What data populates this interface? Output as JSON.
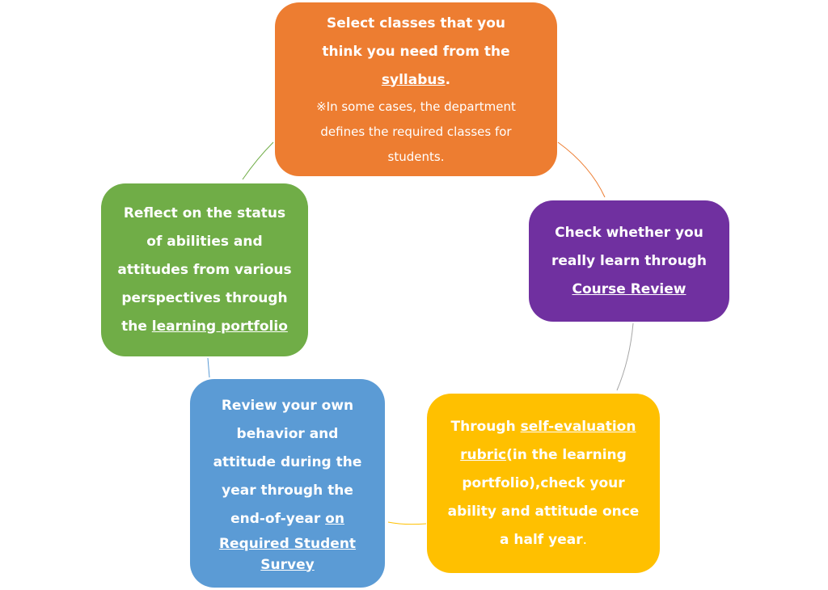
{
  "colors": {
    "orange": "#ED7D31",
    "purple": "#7030A0",
    "green": "#70AD47",
    "blue": "#5B9BD5",
    "yellow": "#FFC000",
    "connector_gray": "#A5A5A5"
  },
  "cycle": {
    "select": {
      "line1": "Select classes that you",
      "line2": "think you need from the",
      "link": "syllabus",
      "link_suffix": ".",
      "note1": "※In some cases, the department",
      "note2": "defines the required classes for",
      "note3": "students."
    },
    "check": {
      "line1": "Check whether you",
      "line2": "really learn through",
      "link": "Course Review"
    },
    "rubric": {
      "prefix": "Through ",
      "link_a": "self-evaluation",
      "link_b": "rubric",
      "rest1": "(in the learning",
      "line3": "portfolio),check your",
      "line4": "ability and attitude once",
      "line5": "a half year",
      "line5_suffix": "."
    },
    "review": {
      "line1": "Review your own",
      "line2": "behavior and",
      "line3": "attitude during the",
      "line4": "year through the",
      "line5_prefix": "end-of-year ",
      "link_a": "on",
      "link_b": "Required Student",
      "link_c": "Survey"
    },
    "reflect": {
      "line1": "Reflect on the status",
      "line2": "of abilities and",
      "line3": "attitudes from various",
      "line4": "perspectives through",
      "line5_prefix": "the ",
      "link": "learning portfolio"
    }
  }
}
